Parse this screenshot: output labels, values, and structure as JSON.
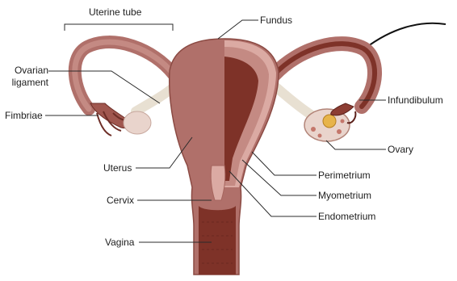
{
  "labels": {
    "uterine_tube": "Uterine tube",
    "fundus": "Fundus",
    "ovarian_ligament_1": "Ovarian",
    "ovarian_ligament_2": "ligament",
    "fimbriae": "Fimbriae",
    "infundibulum": "Infundibulum",
    "ovary": "Ovary",
    "uterus": "Uterus",
    "perimetrium": "Perimetrium",
    "cervix": "Cervix",
    "myometrium": "Myometrium",
    "endometrium": "Endometrium",
    "vagina": "Vagina"
  },
  "colors": {
    "tissue_outer": "#b0706a",
    "tissue_mid": "#c48a83",
    "perimetrium_light": "#dbaaa3",
    "myometrium": "#b9756e",
    "endometrium_dark": "#7e3228",
    "ovary_fill": "#e9d4cc",
    "follicle": "#e7b44a",
    "ligament": "#e8e0d2",
    "leader_line": "#2b2b2b"
  }
}
